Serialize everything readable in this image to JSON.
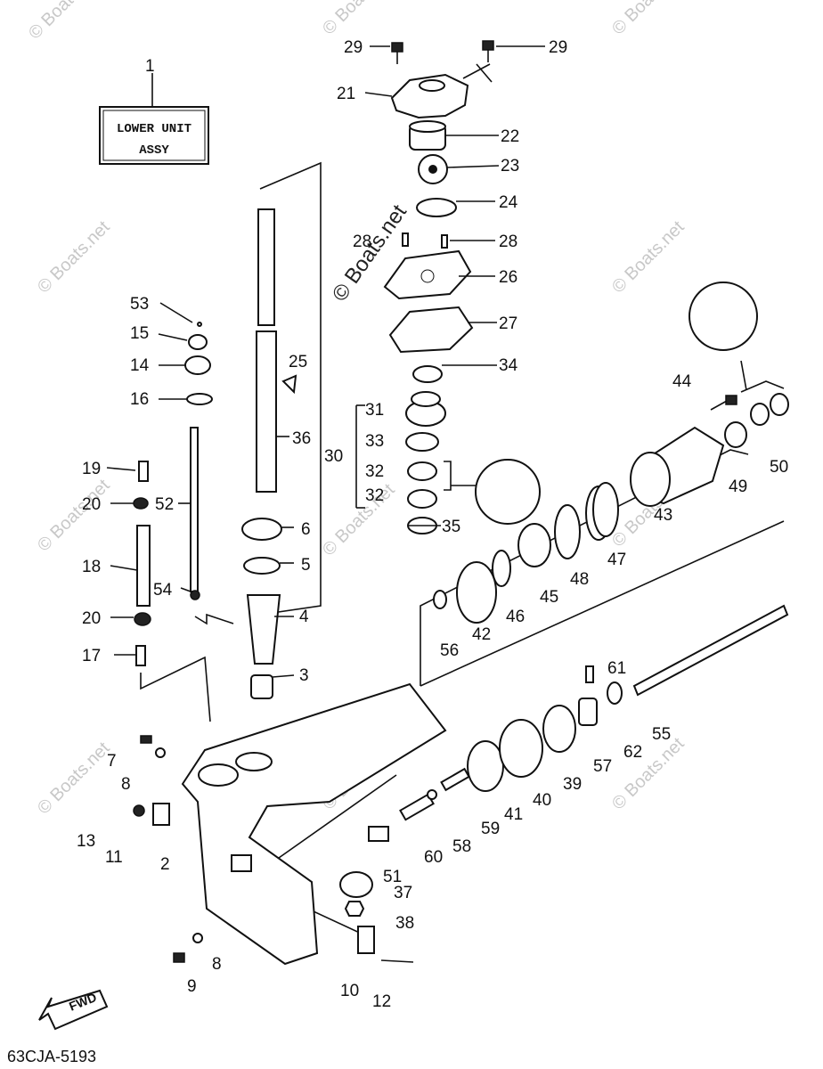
{
  "diagram": {
    "assembly_box": {
      "line1": "LOWER UNIT",
      "line2": "ASSY"
    },
    "code": "63CJA-5193",
    "fwd_label": "FWD",
    "watermark": "© Boats.net",
    "watermark_big": "© Boats.net",
    "callouts": [
      {
        "id": "1",
        "t": "1"
      },
      {
        "id": "2",
        "t": "2"
      },
      {
        "id": "3",
        "t": "3"
      },
      {
        "id": "4",
        "t": "4"
      },
      {
        "id": "5",
        "t": "5"
      },
      {
        "id": "6",
        "t": "6"
      },
      {
        "id": "7",
        "t": "7"
      },
      {
        "id": "8a",
        "t": "8"
      },
      {
        "id": "8b",
        "t": "8"
      },
      {
        "id": "9",
        "t": "9"
      },
      {
        "id": "10",
        "t": "10"
      },
      {
        "id": "11",
        "t": "11"
      },
      {
        "id": "12",
        "t": "12"
      },
      {
        "id": "13",
        "t": "13"
      },
      {
        "id": "14",
        "t": "14"
      },
      {
        "id": "15",
        "t": "15"
      },
      {
        "id": "16",
        "t": "16"
      },
      {
        "id": "17",
        "t": "17"
      },
      {
        "id": "18",
        "t": "18"
      },
      {
        "id": "19",
        "t": "19"
      },
      {
        "id": "20a",
        "t": "20"
      },
      {
        "id": "20b",
        "t": "20"
      },
      {
        "id": "21",
        "t": "21"
      },
      {
        "id": "22",
        "t": "22"
      },
      {
        "id": "23",
        "t": "23"
      },
      {
        "id": "24",
        "t": "24"
      },
      {
        "id": "25",
        "t": "25"
      },
      {
        "id": "26",
        "t": "26"
      },
      {
        "id": "27",
        "t": "27"
      },
      {
        "id": "28a",
        "t": "28"
      },
      {
        "id": "28b",
        "t": "28"
      },
      {
        "id": "29a",
        "t": "29"
      },
      {
        "id": "29b",
        "t": "29"
      },
      {
        "id": "30",
        "t": "30"
      },
      {
        "id": "31",
        "t": "31"
      },
      {
        "id": "32a",
        "t": "32"
      },
      {
        "id": "32b",
        "t": "32"
      },
      {
        "id": "33",
        "t": "33"
      },
      {
        "id": "34",
        "t": "34"
      },
      {
        "id": "35",
        "t": "35"
      },
      {
        "id": "36",
        "t": "36"
      },
      {
        "id": "37",
        "t": "37"
      },
      {
        "id": "38",
        "t": "38"
      },
      {
        "id": "39",
        "t": "39"
      },
      {
        "id": "40",
        "t": "40"
      },
      {
        "id": "41",
        "t": "41"
      },
      {
        "id": "42",
        "t": "42"
      },
      {
        "id": "43",
        "t": "43"
      },
      {
        "id": "44",
        "t": "44"
      },
      {
        "id": "45",
        "t": "45"
      },
      {
        "id": "46",
        "t": "46"
      },
      {
        "id": "47",
        "t": "47"
      },
      {
        "id": "48",
        "t": "48"
      },
      {
        "id": "49",
        "t": "49"
      },
      {
        "id": "50",
        "t": "50"
      },
      {
        "id": "51",
        "t": "51"
      },
      {
        "id": "52",
        "t": "52"
      },
      {
        "id": "53",
        "t": "53"
      },
      {
        "id": "54",
        "t": "54"
      },
      {
        "id": "55",
        "t": "55"
      },
      {
        "id": "56",
        "t": "56"
      },
      {
        "id": "57",
        "t": "57"
      },
      {
        "id": "58",
        "t": "58"
      },
      {
        "id": "59",
        "t": "59"
      },
      {
        "id": "60",
        "t": "60"
      },
      {
        "id": "61",
        "t": "61"
      },
      {
        "id": "62",
        "t": "62"
      }
    ]
  }
}
